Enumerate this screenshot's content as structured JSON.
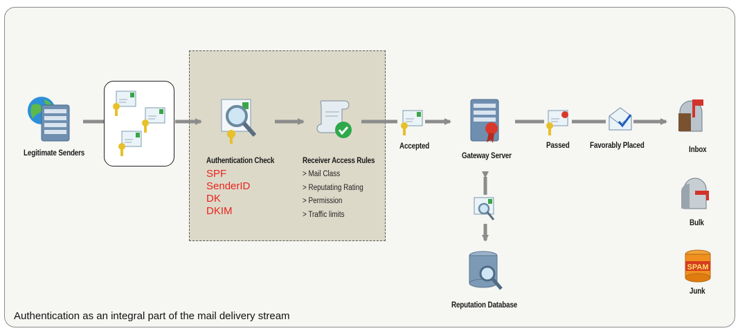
{
  "nodes": {
    "legitimate_senders": "Legitimate Senders",
    "authentication_check": "Authentication Check",
    "receiver_access_rules": "Receiver Access Rules",
    "accepted": "Accepted",
    "gateway_server": "Gateway Server",
    "passed": "Passed",
    "favorably_placed": "Favorably Placed",
    "inbox": "Inbox",
    "bulk": "Bulk",
    "junk": "Junk",
    "reputation_database": "Reputation Database"
  },
  "auth_methods": [
    "SPF",
    "SenderID",
    "DK",
    "DKIM"
  ],
  "access_rules": [
    "> Mail Class",
    "> Reputating Rating",
    "> Permission",
    "> Traffic limits"
  ],
  "spam_label": "SPAM",
  "caption": "Authentication as an integral part of the mail delivery stream",
  "colors": {
    "background": "#f6f6f3",
    "auth_box": "#ddd9c9",
    "arrow": "#8c8c8c",
    "auth_methods_text": "#e8241c"
  },
  "icons": [
    "globe-server-icon",
    "envelope-key-icon",
    "magnifier-certificate-icon",
    "scroll-check-icon",
    "server-seal-icon",
    "database-magnifier-icon",
    "open-envelope-check-icon",
    "mailbox-flag-icon",
    "mailbox-icon",
    "spam-can-icon"
  ]
}
